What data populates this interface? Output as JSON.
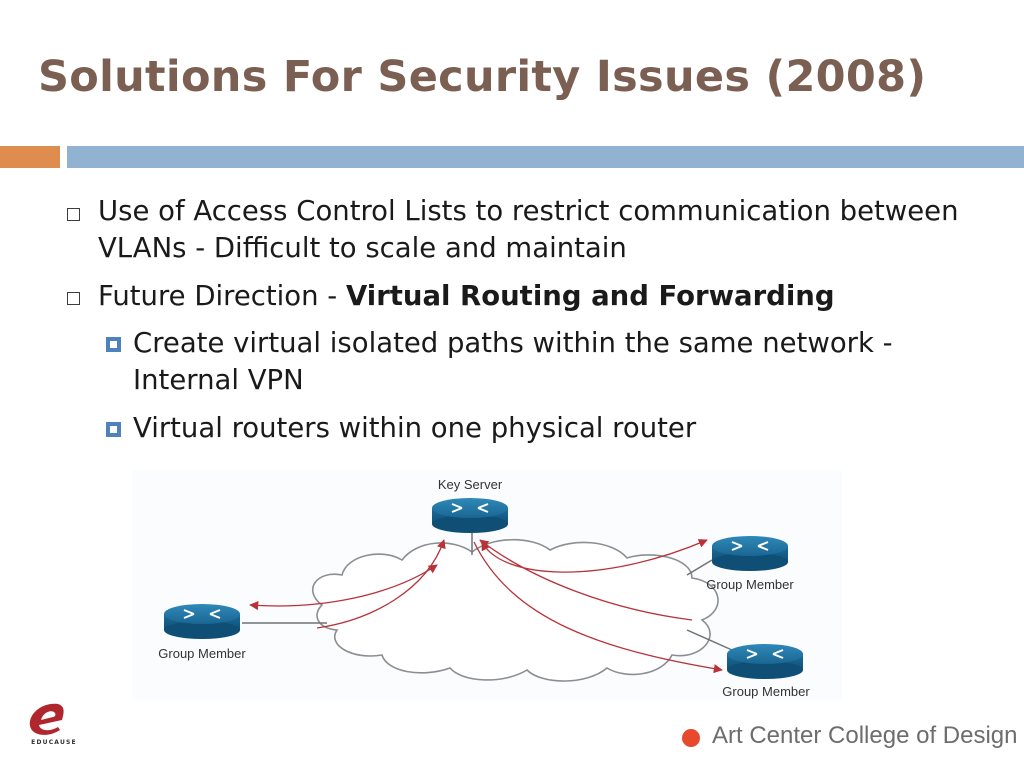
{
  "slide": {
    "title": "Solutions For Security Issues (2008)",
    "bullets": [
      {
        "level": 1,
        "text": "Use of Access Control Lists to restrict communication between VLANs - Difficult to scale and maintain"
      },
      {
        "level": 1,
        "prefix": "Future Direction - ",
        "bold": "Virtual Routing and Forwarding"
      },
      {
        "level": 2,
        "text": "Create virtual isolated paths within the same network - Internal VPN"
      },
      {
        "level": 2,
        "text": "Virtual routers within one physical router"
      }
    ]
  },
  "diagram": {
    "key_server_label": "Key Server",
    "group_member_label_top_right": "Group Member",
    "group_member_label_left": "Group Member",
    "group_member_label_bottom_right": "Group Member"
  },
  "footer": {
    "logo_text": "EDUCAUSE",
    "institution": "Art Center College of Design"
  }
}
